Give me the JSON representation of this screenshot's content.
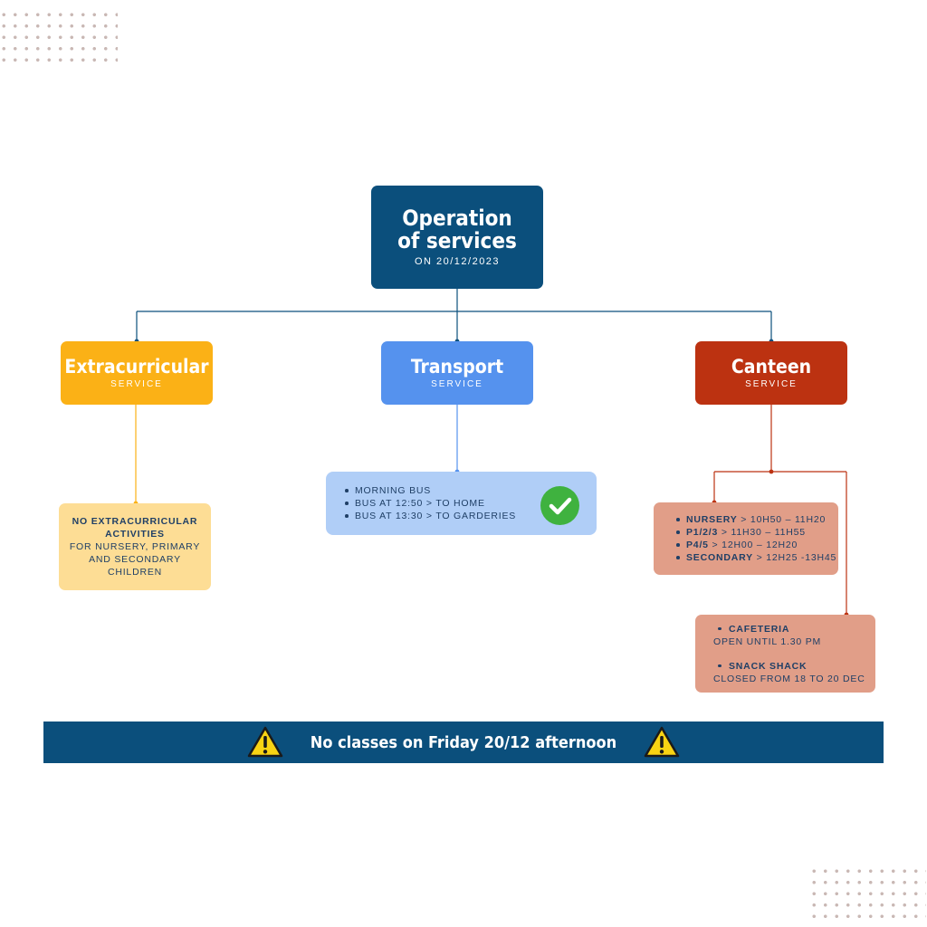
{
  "colors": {
    "root": "#0b4f7c",
    "extracurricular": "#fbb116",
    "transport": "#5592ee",
    "canteen": "#bc3211",
    "extracurricular_note": "#fddd95",
    "transport_note": "#b0cef7",
    "canteen_note": "#e19e88",
    "banner": "#0b4f7c",
    "check": "#3fb23f",
    "warning": "#f8d313"
  },
  "root": {
    "title": "Operation of services",
    "subtitle": "ON 20/12/2023"
  },
  "services": {
    "extracurricular": {
      "title": "Extracurricular",
      "subtitle": "SERVICE"
    },
    "transport": {
      "title": "Transport",
      "subtitle": "SERVICE"
    },
    "canteen": {
      "title": "Canteen",
      "subtitle": "SERVICE"
    }
  },
  "extracurricular_note": {
    "line1": "NO EXTRACURRICULAR ACTIVITIES",
    "line2": "FOR NURSERY, PRIMARY AND SECONDARY CHILDREN"
  },
  "transport_note": {
    "items": [
      "MORNING BUS",
      "BUS AT 12:50 > TO HOME",
      "BUS AT 13:30 > TO GARDERIES"
    ],
    "icon": "check-circle-icon"
  },
  "canteen_times": {
    "items": [
      {
        "label": "NURSERY",
        "time": " > 10H50 – 11H20"
      },
      {
        "label": "P1/2/3",
        "time": " > 11H30 – 11H55"
      },
      {
        "label": "P4/5",
        "time": " > 12H00 – 12H20"
      },
      {
        "label": "SECONDARY",
        "time": " > 12H25 -13H45"
      }
    ]
  },
  "canteen_extra": {
    "cafeteria_title": "CAFETERIA",
    "cafeteria_text": "OPEN UNTIL 1.30 PM",
    "snack_title": "SNACK SHACK",
    "snack_text": "CLOSED FROM 18 TO 20 DEC"
  },
  "banner": {
    "text": "No classes on Friday 20/12 afternoon",
    "icon": "warning-icon"
  }
}
